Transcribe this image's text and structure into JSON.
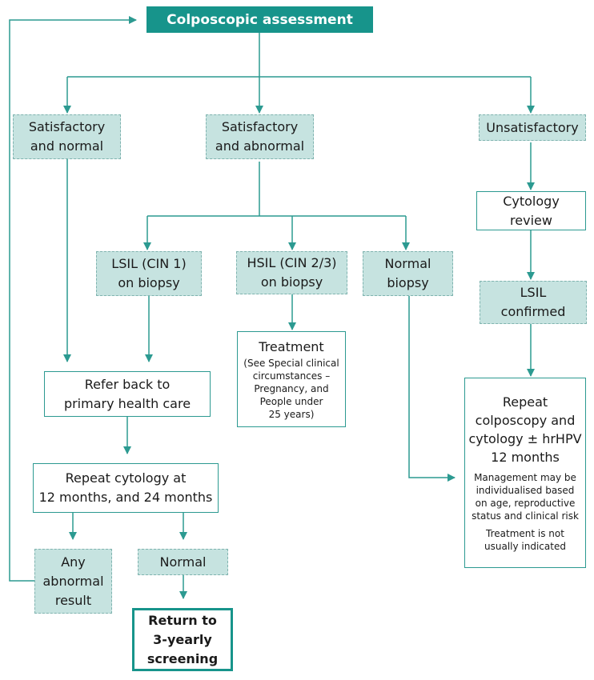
{
  "colors": {
    "primary": "#17948b",
    "box_fill": "#c6e3e0",
    "line": "#2c9a91"
  },
  "nodes": {
    "start": {
      "label": "Colposcopic assessment"
    },
    "satisfactory_normal": {
      "line1": "Satisfactory",
      "line2": "and normal"
    },
    "satisfactory_abnormal": {
      "line1": "Satisfactory",
      "line2": "and abnormal"
    },
    "unsatisfactory": {
      "label": "Unsatisfactory"
    },
    "cytology_review": {
      "line1": "Cytology",
      "line2": "review"
    },
    "lsil_confirmed": {
      "line1": "LSIL",
      "line2": "confirmed"
    },
    "lsil_biopsy": {
      "line1": "LSIL (CIN 1)",
      "line2": "on biopsy"
    },
    "hsil_biopsy": {
      "line1": "HSIL (CIN 2/3)",
      "line2": "on biopsy"
    },
    "normal_biopsy": {
      "line1": "Normal",
      "line2": "biopsy"
    },
    "treatment": {
      "heading": "Treatment",
      "note_lines": [
        "(See Special clinical",
        "circumstances –",
        "Pregnancy, and",
        "People under",
        "25 years)"
      ]
    },
    "refer_back": {
      "line1": "Refer back to",
      "line2": "primary health care"
    },
    "repeat_colposcopy": {
      "lines": [
        "Repeat",
        "colposcopy and",
        "cytology ± hrHPV",
        "12 months"
      ],
      "note1_lines": [
        "Management may be",
        "individualised based",
        "on age, reproductive",
        "status and clinical risk"
      ],
      "note2_lines": [
        "Treatment is not",
        "usually indicated"
      ]
    },
    "repeat_cytology": {
      "line1": "Repeat cytology at",
      "line2": "12 months, and 24 months"
    },
    "any_abnormal": {
      "lines": [
        "Any",
        "abnormal",
        "result"
      ]
    },
    "normal": {
      "label": "Normal"
    },
    "return_screening": {
      "lines": [
        "Return to",
        "3-yearly",
        "screening"
      ]
    }
  }
}
